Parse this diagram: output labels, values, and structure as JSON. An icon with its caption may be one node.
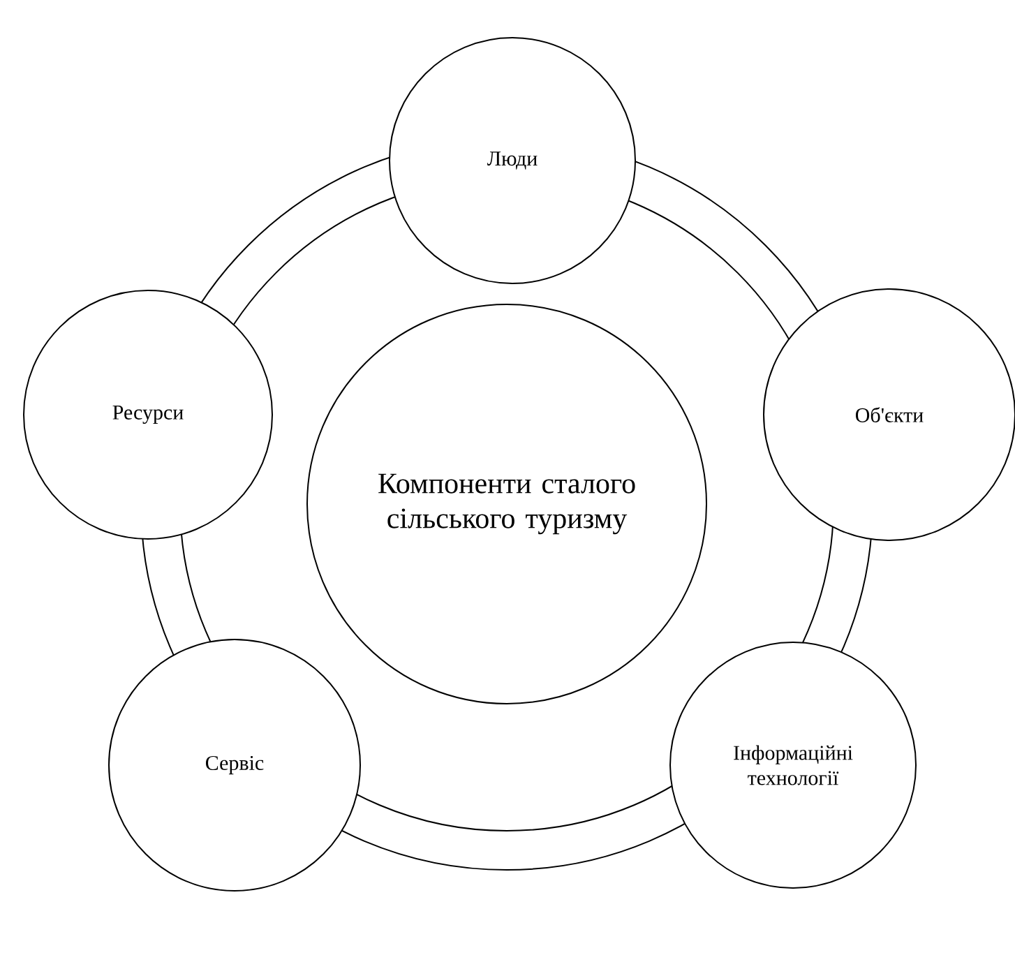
{
  "diagram": {
    "nodes": [
      {
        "text": [
          "Компоненти сталого сільського туризму"
        ]
      },
      {
        "text": [
          "Люди"
        ]
      },
      {
        "text": [
          "Ресурси"
        ]
      },
      {
        "text": [
          "Об'єкти"
        ]
      },
      {
        "text": [
          "Сервіс"
        ]
      },
      {
        "text": [
          "Інформаційні технології"
        ]
      }
    ]
  }
}
